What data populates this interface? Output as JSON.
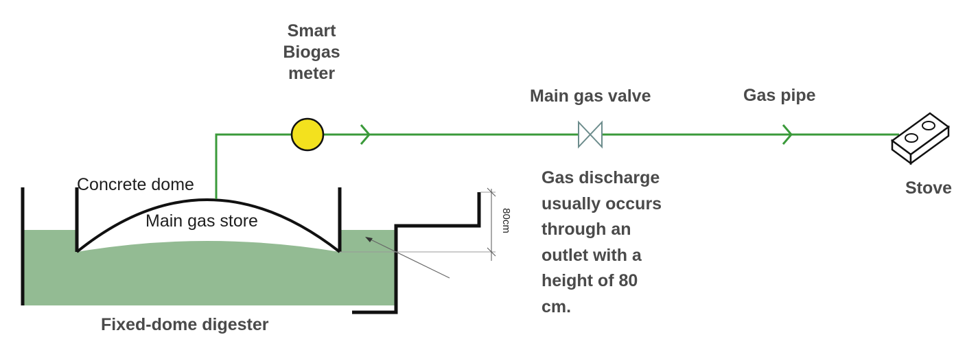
{
  "labels": {
    "meter": [
      "Smart",
      "Biogas",
      "meter"
    ],
    "main_gas_valve": "Main gas valve",
    "gas_pipe": "Gas pipe",
    "stove": "Stove",
    "concrete_dome": "Concrete dome",
    "main_gas_store": "Main gas store",
    "fixed_dome_digester": "Fixed-dome digester",
    "height_marker": "80cm",
    "note": [
      "Gas discharge",
      "usually occurs",
      "through an",
      "outlet with a",
      "height of 80",
      "cm."
    ]
  },
  "colors": {
    "pipe": "#3a9a3a",
    "slurry": "#93bb93",
    "meter_fill": "#f3e11e",
    "wall": "#111111",
    "valve": "#6c8c8c"
  },
  "icons": [
    "flow-arrow-icon",
    "valve-icon",
    "stove-icon",
    "gas-meter-icon"
  ]
}
